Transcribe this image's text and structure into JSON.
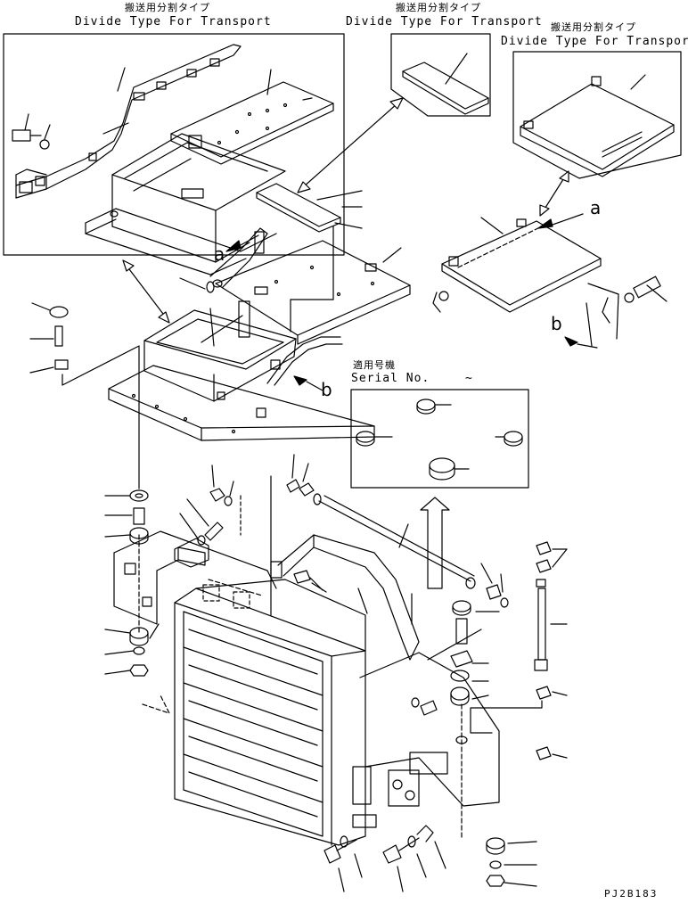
{
  "inset_left": {
    "jp": "搬送用分割タイプ",
    "en": "Divide Type For Transport"
  },
  "inset_middle": {
    "jp": "搬送用分割タイプ",
    "en": "Divide Type For Transport"
  },
  "inset_right": {
    "jp": "搬送用分割タイプ",
    "en": "Divide Type For Transport"
  },
  "serial_box": {
    "jp": "適用号機",
    "en": "Serial No.",
    "range": "~"
  },
  "callouts": {
    "a_top": "a",
    "a_left": "a",
    "b_right": "b",
    "b_mid": "b"
  },
  "drawing_code": "PJ2B183"
}
